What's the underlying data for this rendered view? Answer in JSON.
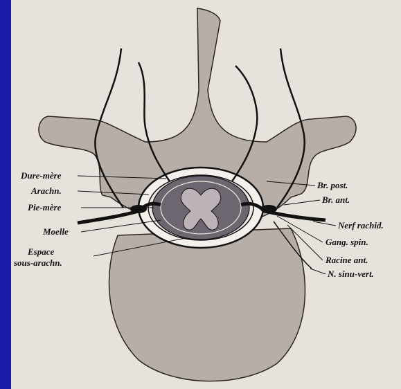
{
  "colors": {
    "frame": "#1a1aa8",
    "paper": "#e8e2dc",
    "bone": "#b8aea8",
    "grey_matter": "#bdb2b8",
    "white_matter": "#6d6670",
    "dura_space": "#f4f0ec",
    "ink": "#111111"
  },
  "labels": {
    "left": {
      "dure_mere": "Dure-mère",
      "arachn": "Arachn.",
      "pie_mere": "Pie-mère",
      "moelle": "Moelle",
      "espace_1": "Espace",
      "espace_2": "sous-arachn."
    },
    "right": {
      "br_post": "Br. post.",
      "br_ant": "Br. ant.",
      "nerf_rachid": "Nerf rachid.",
      "gang_spin": "Gang. spin.",
      "racine_ant": "Racine ant.",
      "n_sinu_vert": "N. sinu-vert."
    }
  }
}
